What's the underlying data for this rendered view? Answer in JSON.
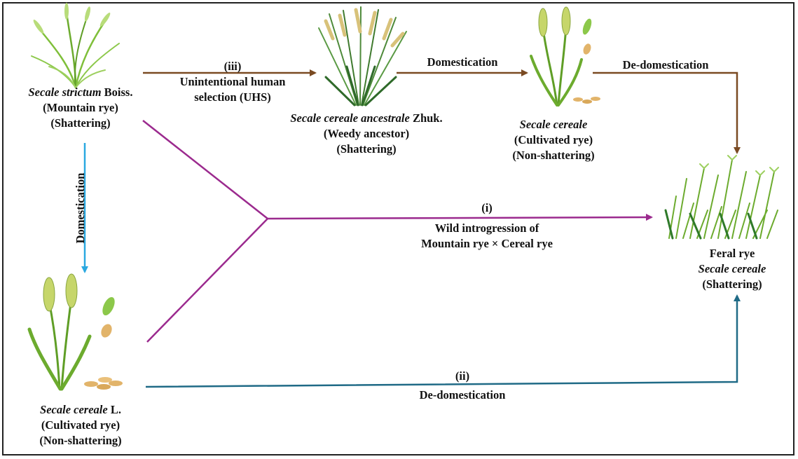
{
  "nodes": {
    "strictum": {
      "name_italic": "Secale strictum",
      "name_suffix": " Boiss.",
      "common": "(Mountain rye)",
      "trait": "(Shattering)"
    },
    "ancestrale": {
      "name_italic": "Secale cereale ancestrale",
      "name_suffix": " Zhuk.",
      "common": "(Weedy ancestor)",
      "trait": "(Shattering)"
    },
    "cultivated_top": {
      "name_italic": "Secale cereale",
      "common": "(Cultivated rye)",
      "trait": "(Non-shattering)"
    },
    "cultivated_L": {
      "name_italic": "Secale cereale",
      "name_suffix": " L.",
      "common": "(Cultivated rye)",
      "trait": "(Non-shattering)"
    },
    "feral": {
      "title": "Feral rye",
      "name_italic": "Secale cereale",
      "trait": "(Shattering)"
    }
  },
  "edges": {
    "uhs": {
      "num": "(iii)",
      "line1": "Unintentional human",
      "line2": "selection (UHS)"
    },
    "domestication_top": {
      "label": "Domestication"
    },
    "dedomestication_top": {
      "label": "De-domestication"
    },
    "domestication_vertical": {
      "label": "Domestication"
    },
    "introgression": {
      "num": "(i)",
      "line1": "Wild introgression of",
      "line2": "Mountain rye × Cereal rye"
    },
    "dedomestication_bottom": {
      "num": "(ii)",
      "label": "De-domestication"
    }
  },
  "colors": {
    "brown": "#7a4a22",
    "purple": "#9b2a8e",
    "cyan": "#2aa8e0",
    "teal": "#1f6a86"
  }
}
